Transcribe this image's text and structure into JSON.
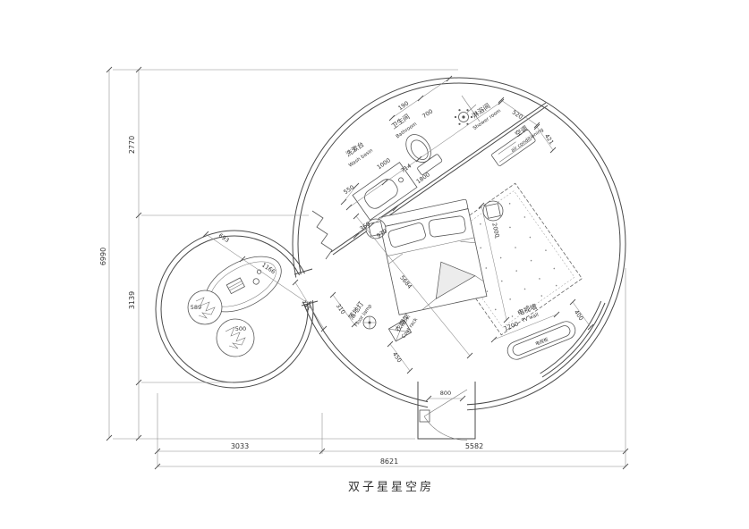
{
  "title": "双子星星空房",
  "labels": {
    "bathroom_cn": "卫生间",
    "bathroom_en": "Bathroom",
    "wash_basin_cn": "洗漱台",
    "wash_basin_en": "Wash basin",
    "shower_cn": "淋浴间",
    "shower_en": "Shower room",
    "air_conditioner_cn": "空调",
    "air_conditioner_en": "air conditioning",
    "floor_lamp_cn": "落地灯",
    "floor_lamp_en": "Floor lamp",
    "coat_rack_cn": "衣帽架",
    "coat_rack_en": "Coat rack",
    "tv_wall_cn": "电视墙",
    "tv_wall_en": "TV wall",
    "tv_cabinet_cn": "电视柜"
  },
  "dims": {
    "v_top": "2770",
    "v_mid": "3139",
    "v_total": "6990",
    "h_left": "3033",
    "h_right": "5582",
    "h_total": "8621",
    "d190": "190",
    "d700": "700",
    "d550": "550",
    "d1000": "1000",
    "d714": "714",
    "d1800": "1800",
    "d520": "520",
    "d421": "421",
    "d360": "360",
    "d970": "970",
    "d2000": "2000",
    "d5684": "5684",
    "d310": "310",
    "d450": "450",
    "d745": "745",
    "d693": "693",
    "d1166": "1166",
    "d589": "589",
    "d500": "500",
    "d400": "400",
    "d1200": "1200",
    "d800": "800"
  }
}
